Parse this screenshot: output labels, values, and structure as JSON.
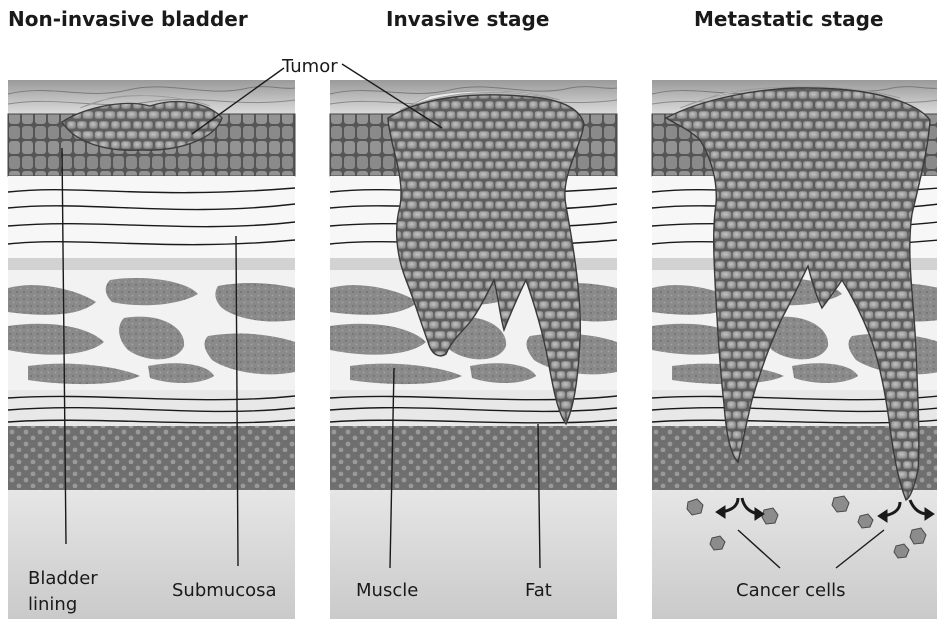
{
  "panels": [
    {
      "title": "Non-invasive bladder"
    },
    {
      "title": "Invasive stage"
    },
    {
      "title": "Metastatic stage"
    }
  ],
  "labels": {
    "tumor": "Tumor",
    "bladder_lining_line1": "Bladder",
    "bladder_lining_line2": "lining",
    "submucosa": "Submucosa",
    "muscle": "Muscle",
    "fat": "Fat",
    "cancer_cells": "Cancer cells"
  }
}
